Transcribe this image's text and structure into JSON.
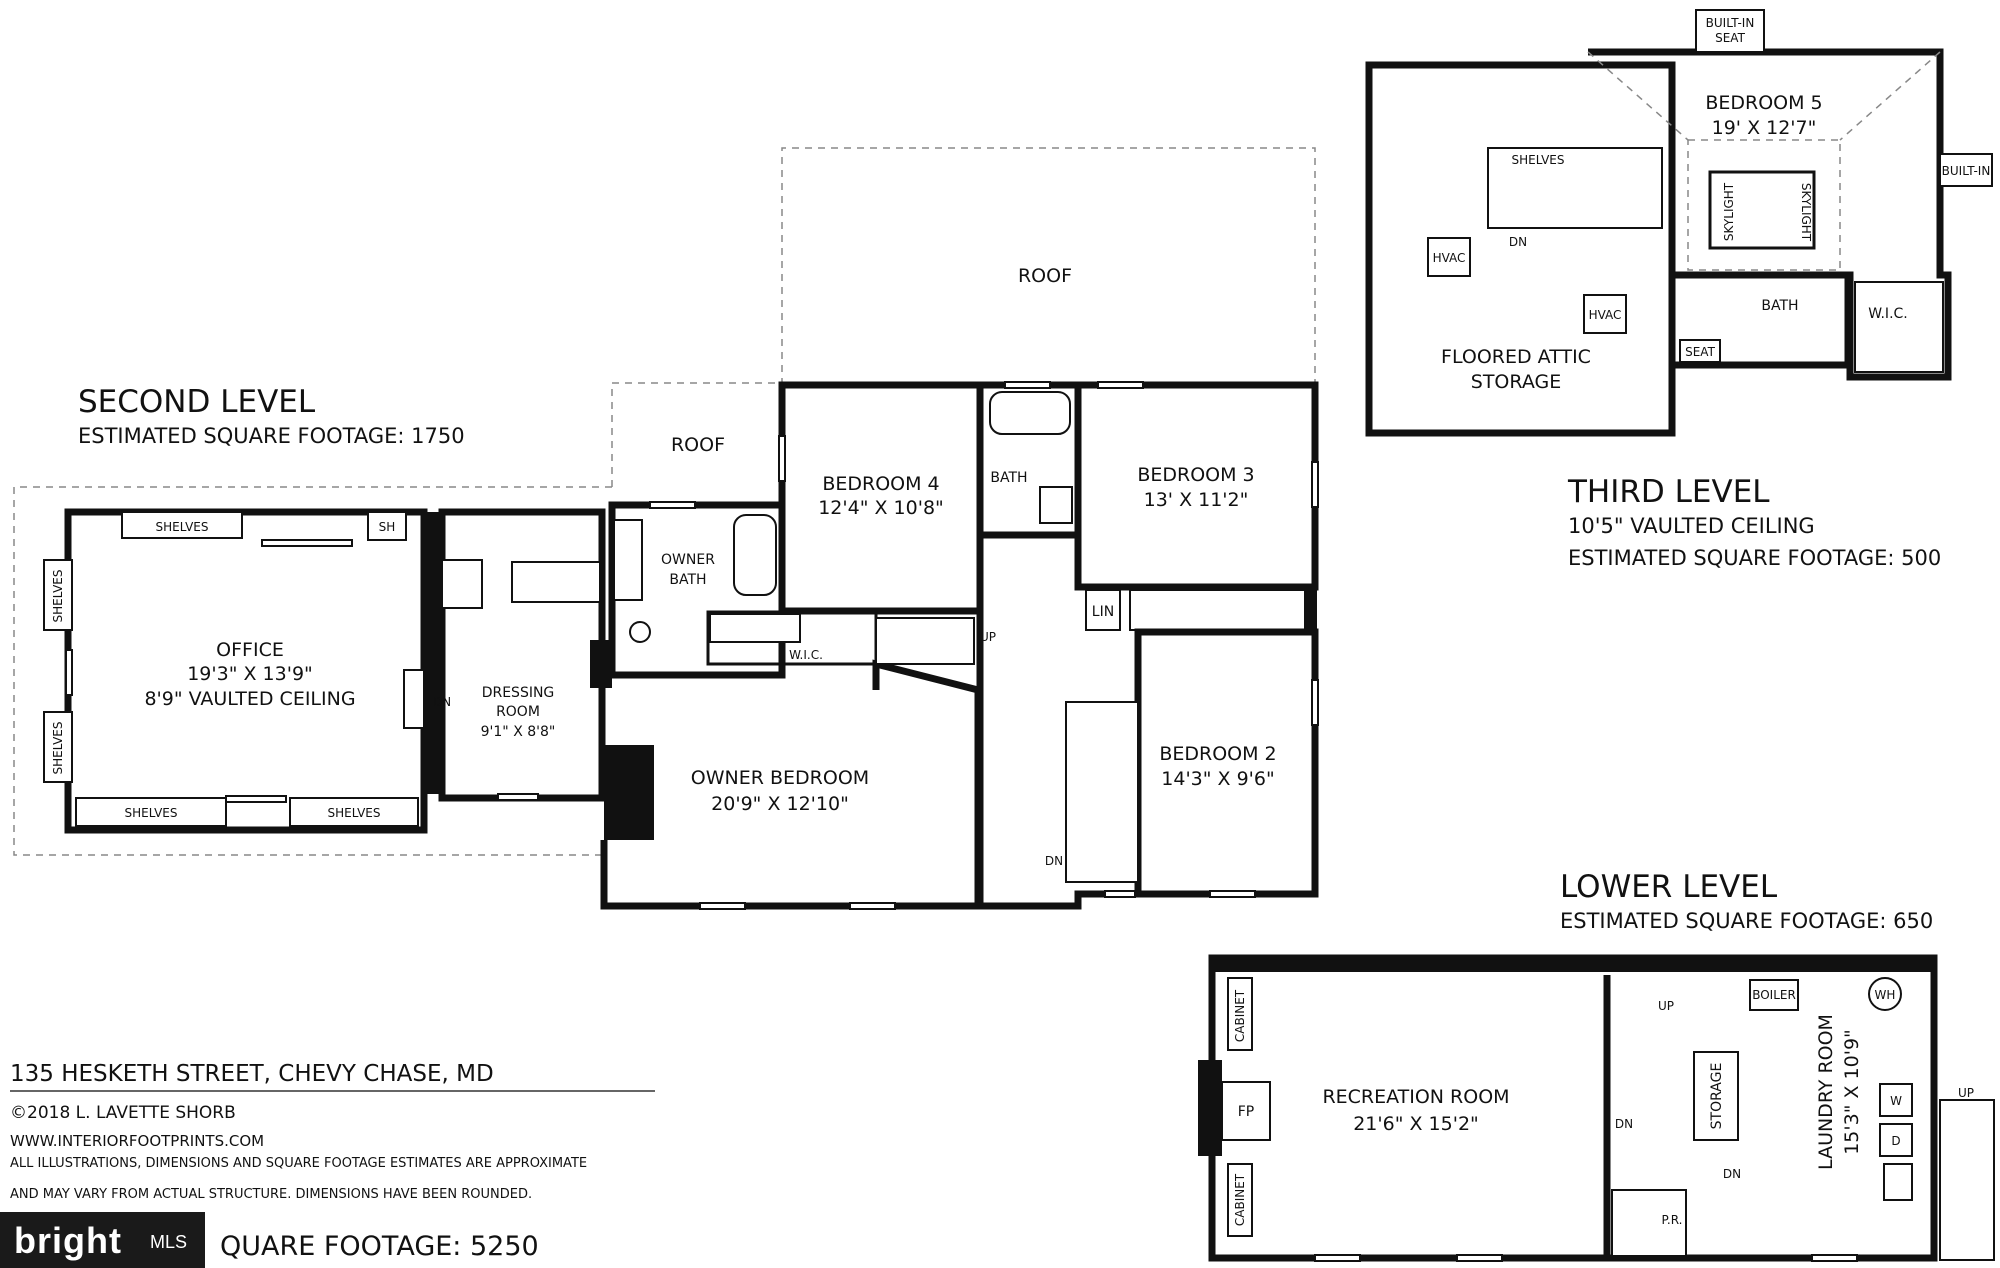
{
  "second_level": {
    "title": "SECOND LEVEL",
    "footage": "ESTIMATED SQUARE FOOTAGE: 1750",
    "roof_1": "ROOF",
    "roof_2": "ROOF",
    "rooms": {
      "office_name": "OFFICE",
      "office_dim": "19'3\" X 13'9\"",
      "office_ceiling": "8'9\" VAULTED CEILING",
      "shelves": "SHELVES",
      "sh": "SH",
      "dressing_name_1": "DRESSING",
      "dressing_name_2": "ROOM",
      "dressing_dim": "9'1\" X 8'8\"",
      "owner_bath_1": "OWNER",
      "owner_bath_2": "BATH",
      "wic": "W.I.C.",
      "owner_bedroom_name": "OWNER BEDROOM",
      "owner_bedroom_dim": "20'9\" X 12'10\"",
      "bedroom4_name": "BEDROOM 4",
      "bedroom4_dim": "12'4\" X 10'8\"",
      "bath": "BATH",
      "bedroom3_name": "BEDROOM 3",
      "bedroom3_dim": "13' X 11'2\"",
      "lin": "LIN",
      "bedroom2_name": "BEDROOM 2",
      "bedroom2_dim": "14'3\" X 9'6\"",
      "up": "UP",
      "dn": "DN"
    }
  },
  "third_level": {
    "title": "THIRD LEVEL",
    "ceiling": "10'5\" VAULTED CEILING",
    "footage": "ESTIMATED SQUARE FOOTAGE: 500",
    "rooms": {
      "built_in_seat_1": "BUILT-IN",
      "built_in_seat_2": "SEAT",
      "built_in": "BUILT-IN",
      "bedroom5_name": "BEDROOM 5",
      "bedroom5_dim": "19' X 12'7\"",
      "shelves": "SHELVES",
      "skylight": "SKYLIGHT",
      "dn": "DN",
      "hvac": "HVAC",
      "attic_1": "FLOORED ATTIC",
      "attic_2": "STORAGE",
      "bath": "BATH",
      "wic": "W.I.C.",
      "seat": "SEAT"
    }
  },
  "lower_level": {
    "title": "LOWER LEVEL",
    "footage": "ESTIMATED SQUARE FOOTAGE: 650",
    "rooms": {
      "cabinet": "CABINET",
      "fp": "FP",
      "rec_name": "RECREATION ROOM",
      "rec_dim": "21'6\" X 15'2\"",
      "up": "UP",
      "dn": "DN",
      "storage": "STORAGE",
      "boiler": "BOILER",
      "wh": "WH",
      "laundry_name": "LAUNDRY ROOM",
      "laundry_dim": "15'3\" X 10'9\"",
      "w": "W",
      "d": "D",
      "pr": "P.R."
    }
  },
  "footer": {
    "address": "135 HESKETH STREET, CHEVY CHASE, MD",
    "copyright": "©2018 L. LAVETTE SHORB",
    "website": "WWW.INTERIORFOOTPRINTS.COM",
    "disclaimer_1": "ALL ILLUSTRATIONS, DIMENSIONS AND SQUARE FOOTAGE ESTIMATES ARE APPROXIMATE",
    "disclaimer_2": "AND MAY VARY FROM ACTUAL STRUCTURE. DIMENSIONS HAVE BEEN ROUNDED.",
    "total": "QUARE FOOTAGE: 5250"
  },
  "watermark": {
    "brand": "bright",
    "mls": "MLS"
  }
}
